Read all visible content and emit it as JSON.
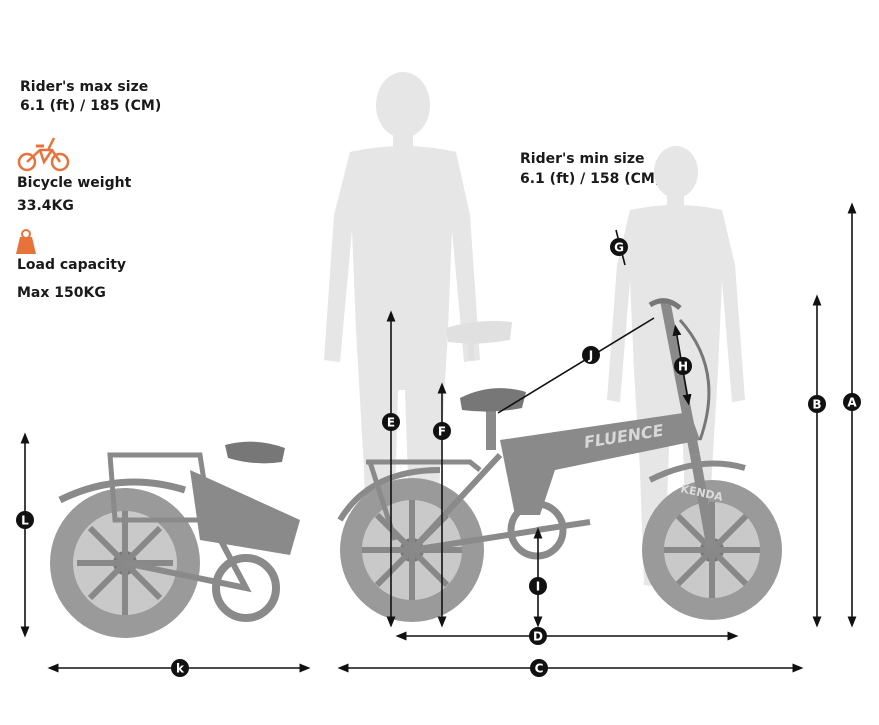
{
  "specs": {
    "max_size_label": "Rider's max size",
    "max_size_value": "6.1 (ft)  / 185 (CM)",
    "min_size_label": "Rider's min size",
    "min_size_value": "6.1 (ft)  / 158 (CM)",
    "weight_label": "Bicycle weight",
    "weight_value": "33.4KG",
    "load_label": "Load capacity",
    "load_value": "Max 150KG"
  },
  "brand": {
    "frame_text": "FLUENCE",
    "tire_text": "KENDA"
  },
  "markers": [
    "A",
    "B",
    "C",
    "D",
    "E",
    "F",
    "G",
    "H",
    "I",
    "J",
    "k",
    "L"
  ],
  "colors": {
    "accent": "#e8733a",
    "silhouette": "#e6e6e6",
    "bike": "#8a8a8a",
    "line": "#111111"
  }
}
